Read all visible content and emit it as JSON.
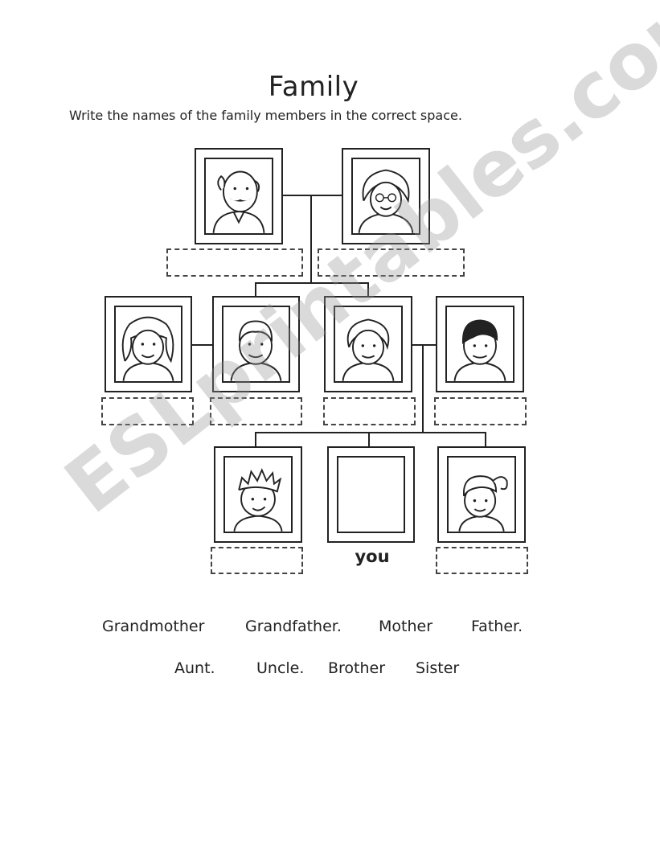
{
  "worksheet": {
    "title": "Family",
    "instructions": "Write the names of the family members in the correct space.",
    "you_label": "you",
    "word_bank_row1": [
      "Grandmother",
      "Grandfather.",
      "Mother",
      "Father."
    ],
    "word_bank_row2": [
      "Aunt.",
      "Uncle.",
      "Brother",
      "Sister"
    ],
    "watermark": "ESLprintables.com"
  }
}
